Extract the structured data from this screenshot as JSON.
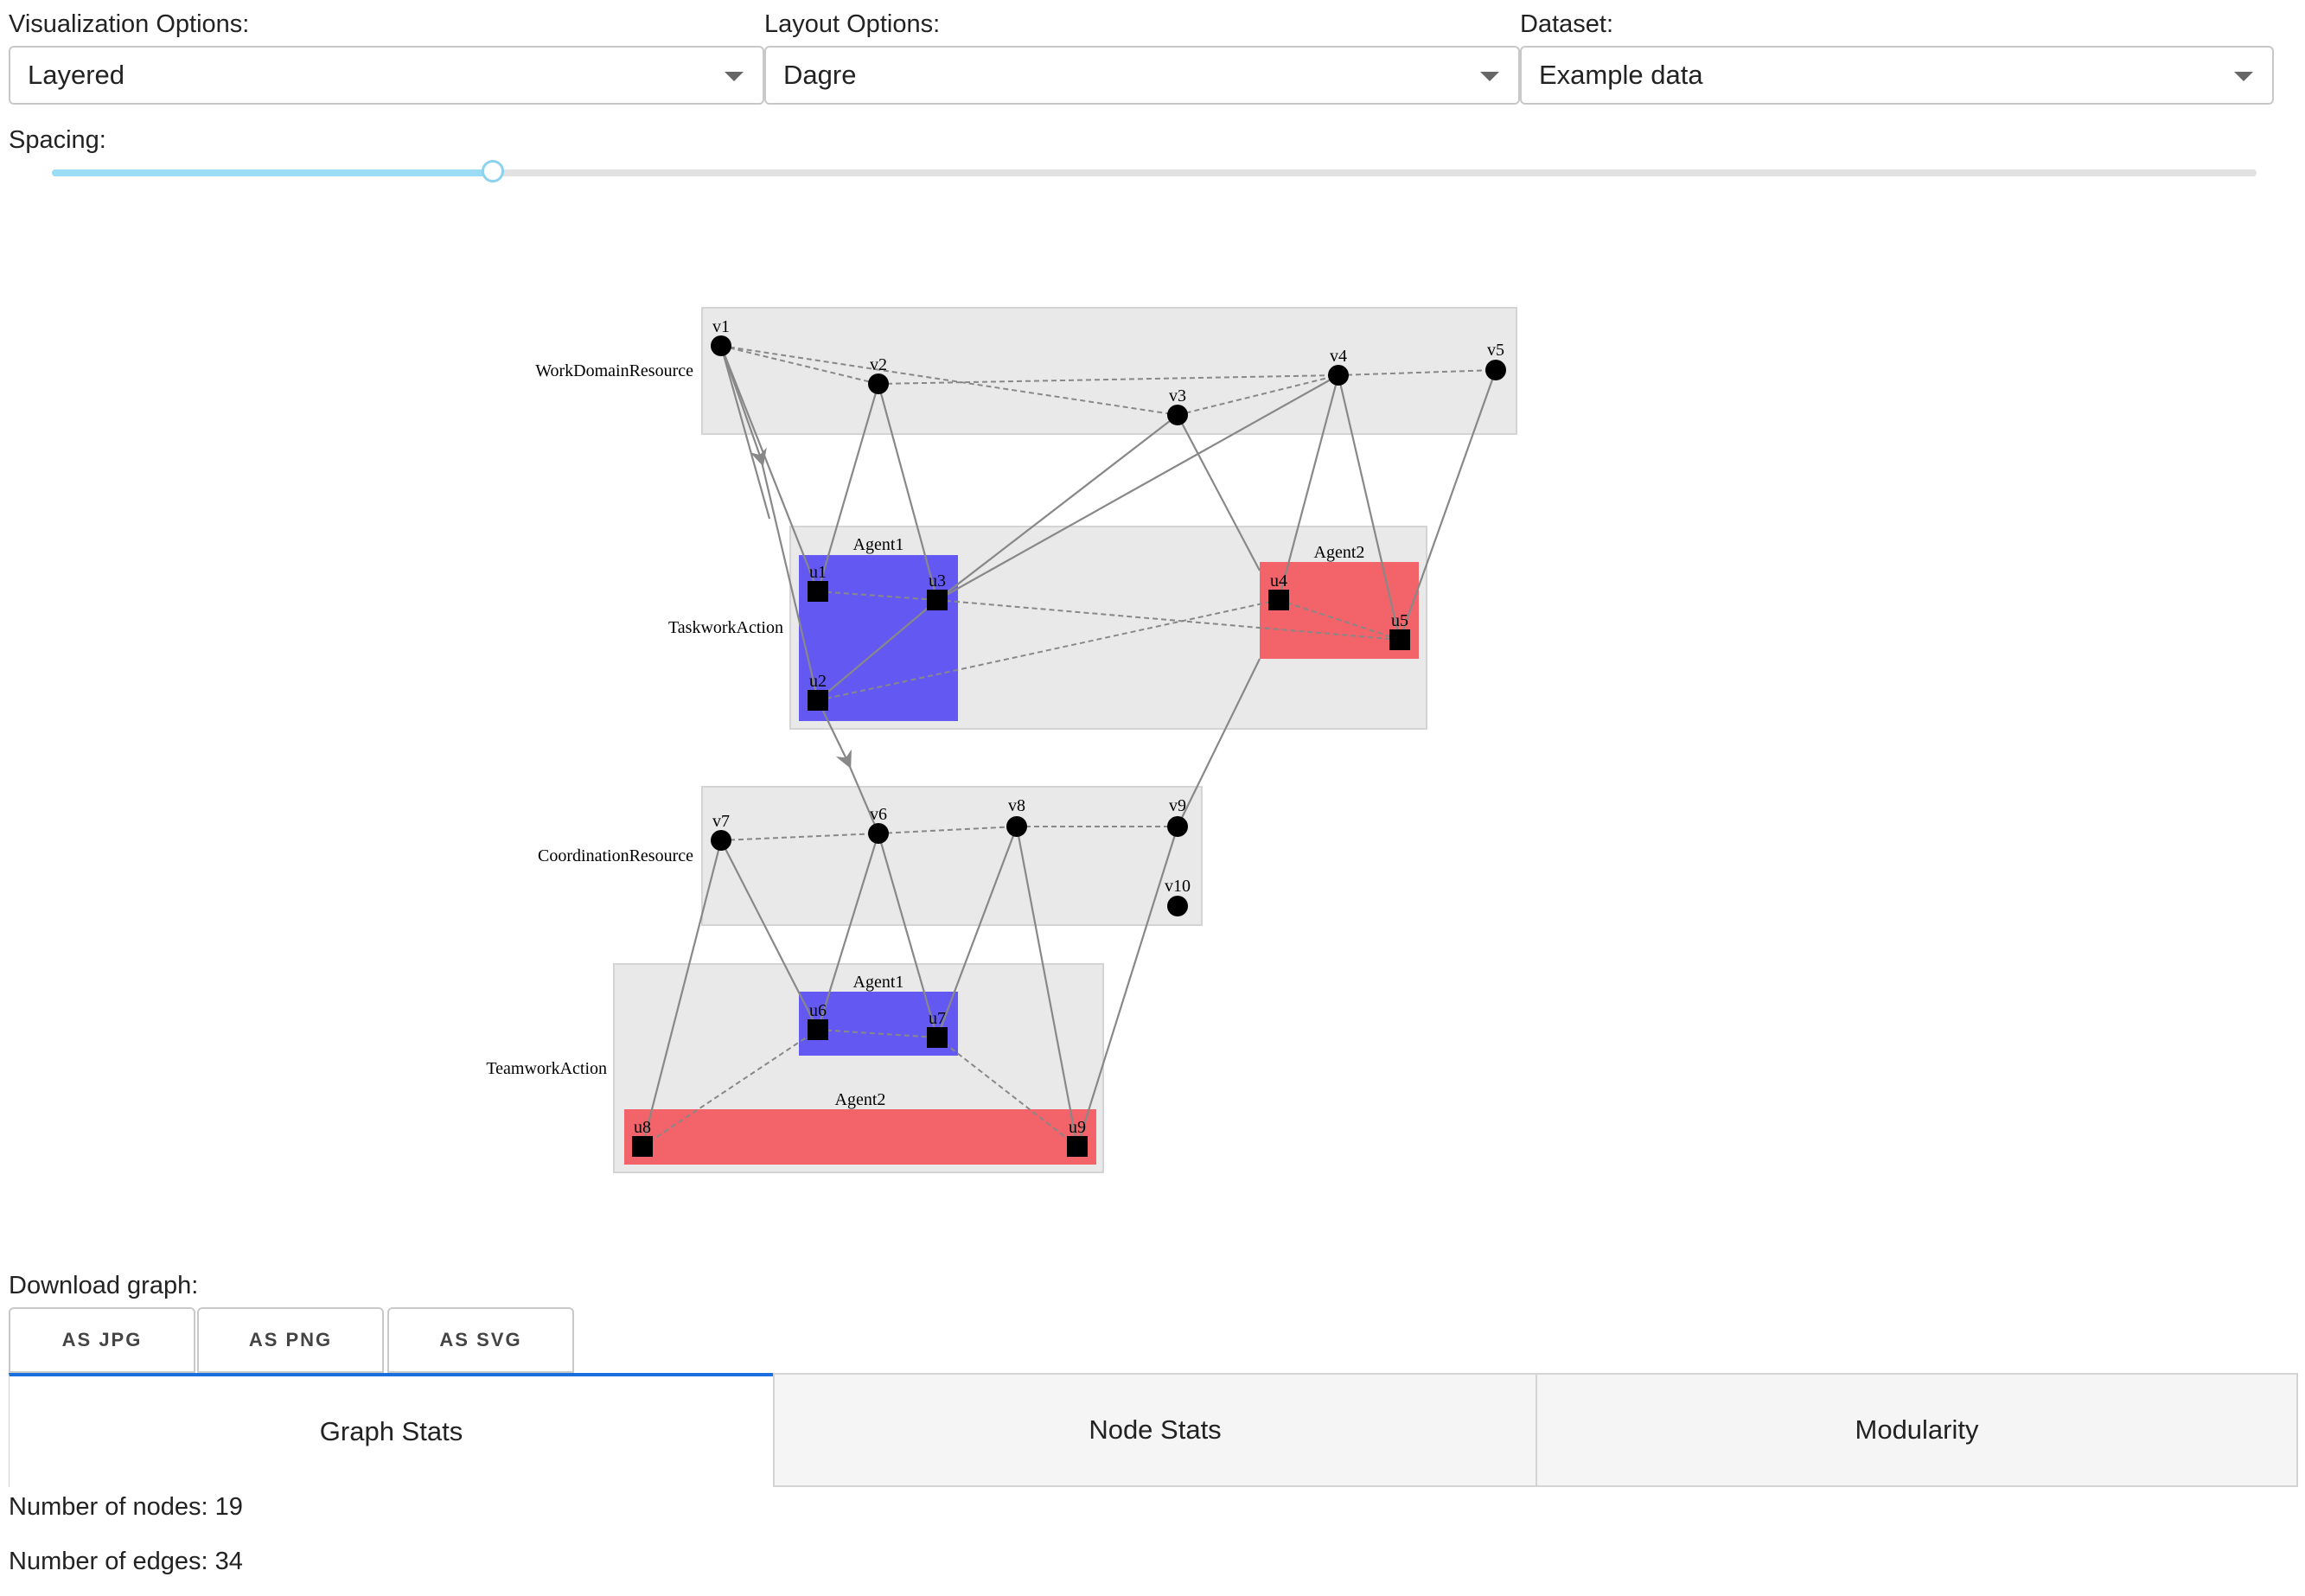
{
  "controls": {
    "visualization_label": "Visualization Options:",
    "visualization_value": "Layered",
    "layout_label": "Layout Options:",
    "layout_value": "Dagre",
    "dataset_label": "Dataset:",
    "dataset_value": "Example data",
    "spacing_label": "Spacing:",
    "spacing_value": 0.2
  },
  "graph": {
    "layers": [
      "WorkDomainResource",
      "TaskworkAction",
      "CoordinationResource",
      "TeamworkAction"
    ],
    "groups": {
      "agent1_task": "Agent1",
      "agent2_task": "Agent2",
      "agent1_team": "Agent1",
      "agent2_team": "Agent2"
    },
    "colors": {
      "agent1": "#6359f2",
      "agent2": "#f2636a",
      "layer_bg": "#e9e9e9",
      "edge": "#888888",
      "node": "#000000"
    },
    "nodes": {
      "v1": "v1",
      "v2": "v2",
      "v3": "v3",
      "v4": "v4",
      "v5": "v5",
      "v6": "v6",
      "v7": "v7",
      "v8": "v8",
      "v9": "v9",
      "v10": "v10",
      "u1": "u1",
      "u2": "u2",
      "u3": "u3",
      "u4": "u4",
      "u5": "u5",
      "u6": "u6",
      "u7": "u7",
      "u8": "u8",
      "u9": "u9"
    }
  },
  "download": {
    "label": "Download graph:",
    "jpg": "AS JPG",
    "png": "AS PNG",
    "svg": "AS SVG"
  },
  "tabs": {
    "graph_stats": "Graph Stats",
    "node_stats": "Node Stats",
    "modularity": "Modularity"
  },
  "stats": {
    "nodes_label": "Number of nodes: 19",
    "edges_label": "Number of edges: 34"
  }
}
